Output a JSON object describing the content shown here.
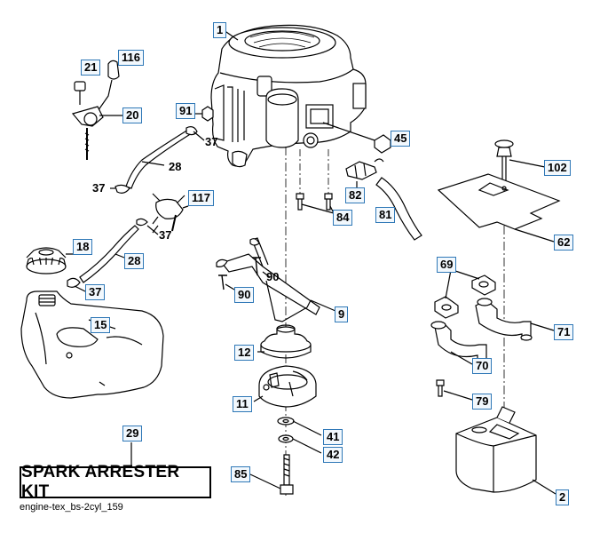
{
  "callouts": [
    {
      "id": "1",
      "label": "1"
    },
    {
      "id": "21",
      "label": "21"
    },
    {
      "id": "116",
      "label": "116"
    },
    {
      "id": "20",
      "label": "20"
    },
    {
      "id": "91",
      "label": "91"
    },
    {
      "id": "45",
      "label": "45"
    },
    {
      "id": "102",
      "label": "102"
    },
    {
      "id": "82",
      "label": "82"
    },
    {
      "id": "84",
      "label": "84"
    },
    {
      "id": "81",
      "label": "81"
    },
    {
      "id": "117",
      "label": "117"
    },
    {
      "id": "18",
      "label": "18"
    },
    {
      "id": "28b",
      "label": "28"
    },
    {
      "id": "37c",
      "label": "37"
    },
    {
      "id": "15",
      "label": "15"
    },
    {
      "id": "90b",
      "label": "90"
    },
    {
      "id": "9",
      "label": "9"
    },
    {
      "id": "62",
      "label": "62"
    },
    {
      "id": "69",
      "label": "69"
    },
    {
      "id": "71",
      "label": "71"
    },
    {
      "id": "70",
      "label": "70"
    },
    {
      "id": "79",
      "label": "79"
    },
    {
      "id": "12",
      "label": "12"
    },
    {
      "id": "11",
      "label": "11"
    },
    {
      "id": "41",
      "label": "41"
    },
    {
      "id": "42",
      "label": "42"
    },
    {
      "id": "29",
      "label": "29"
    },
    {
      "id": "85",
      "label": "85"
    },
    {
      "id": "2",
      "label": "2"
    }
  ],
  "plain_labels": [
    {
      "id": "37a",
      "label": "37"
    },
    {
      "id": "28a",
      "label": "28"
    },
    {
      "id": "37b",
      "label": "37"
    },
    {
      "id": "37d",
      "label": "37"
    },
    {
      "id": "90a",
      "label": "90"
    }
  ],
  "kit_box": "SPARK ARRESTER KIT",
  "caption": "engine-tex_bs-2cyl_159"
}
